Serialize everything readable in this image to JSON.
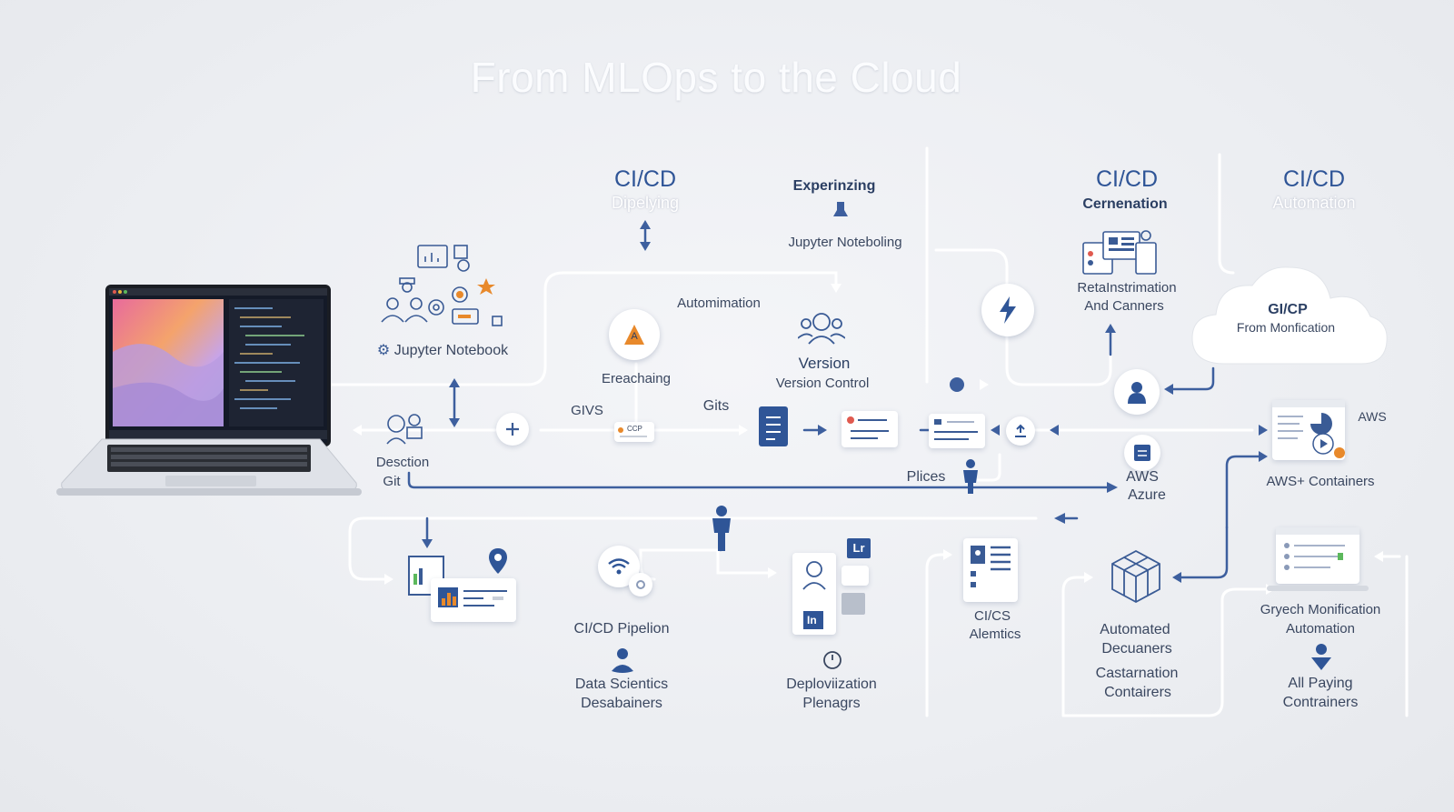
{
  "title": "From MLOps to the Cloud",
  "headers": {
    "cicd_1": "CI/CD",
    "cicd_1_sub": "Dipelying",
    "experinzing": "Experinzing",
    "cicd_2": "CI/CD",
    "cicd_2_sub": "Cernenation",
    "cicd_3": "CI/CD",
    "cicd_3_sub": "Automation"
  },
  "labels": {
    "jupyter_noteboling": "Jupyter Noteboling",
    "automimation": "Automimation",
    "jupyter_notebook": "Jupyter Notebook",
    "ereachaing": "Ereachaing",
    "version": "Version",
    "version_control": "Version Control",
    "retainstrimation": "RetaInstrimation",
    "and_canners": "And Canners",
    "gicp": "GI/CP",
    "from_monfication": "From Monfication",
    "givs": "GIVS",
    "gits": "Gits",
    "ccp": "CCP",
    "aws_right": "AWS",
    "desction": "Desction",
    "git": "Git",
    "plices": "Plices",
    "aws": "AWS",
    "azure": "Azure",
    "aws_containers": "AWS+ Containers",
    "cicd_pipelion": "CI/CD Pipelion",
    "data_scientics": "Data Scientics",
    "desabainers": "Desabainers",
    "deploviization": "Deploviization",
    "plenagrs": "Plenagrs",
    "cics": "CI/CS",
    "alemtics": "Alemtics",
    "automated": "Automated",
    "decuaners": "Decuaners",
    "castarnation": "Castarnation",
    "contairers": "Contairers",
    "gryech_monification": "Gryech Monification",
    "automation": "Automation",
    "all_paying": "All Paying",
    "contrainers": "Contrainers",
    "lr": "Lr",
    "in": "In"
  },
  "colors": {
    "accent": "#2f5597",
    "line": "#ffffff",
    "arrow": "#3d5f9e",
    "orange": "#e8892b"
  },
  "icons": [
    "laptop-icon",
    "gear-icon",
    "lightning-icon",
    "cloud-icon",
    "user-icon",
    "document-icon",
    "cube-icon",
    "location-pin-icon",
    "wifi-icon",
    "plus-icon",
    "clock-icon"
  ]
}
